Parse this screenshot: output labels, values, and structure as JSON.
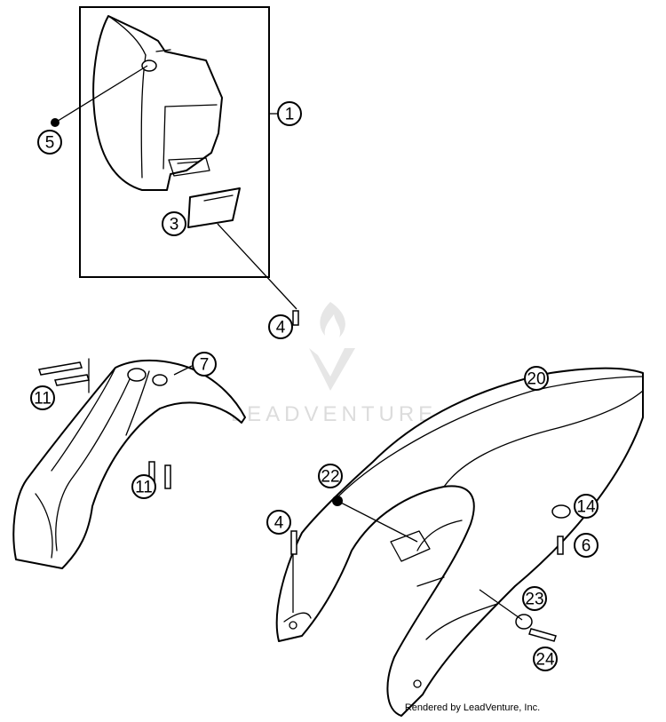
{
  "callouts": [
    {
      "label": "1"
    },
    {
      "label": "5"
    },
    {
      "label": "3"
    },
    {
      "label": "4"
    },
    {
      "label": "7"
    },
    {
      "label": "11"
    },
    {
      "label": "11"
    },
    {
      "label": "20"
    },
    {
      "label": "22"
    },
    {
      "label": "4"
    },
    {
      "label": "14"
    },
    {
      "label": "6"
    },
    {
      "label": "23"
    },
    {
      "label": "24"
    }
  ],
  "watermark": {
    "text": "LEADVENTURE"
  },
  "credit": {
    "text": "Rendered by LeadVenture, Inc."
  }
}
